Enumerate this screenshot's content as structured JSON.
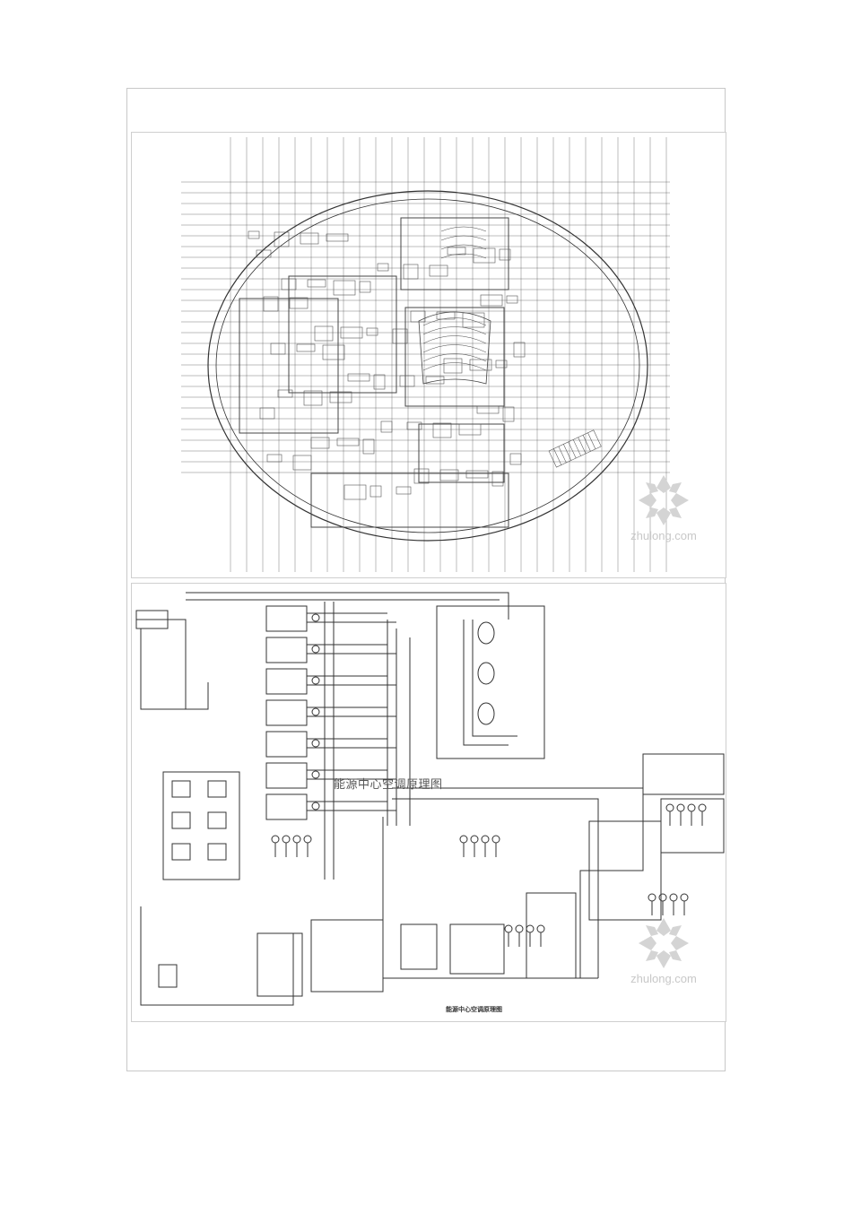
{
  "diagram_caption": "能源中心空调原理图",
  "watermark": {
    "text": "zhulong.com",
    "icon": "zhulong-logo-icon"
  },
  "schematic_subtitle": "能源中心空调原理图",
  "colors": {
    "line": "#333333",
    "border": "#c8c8c8",
    "watermark": "#d0d0d0"
  }
}
